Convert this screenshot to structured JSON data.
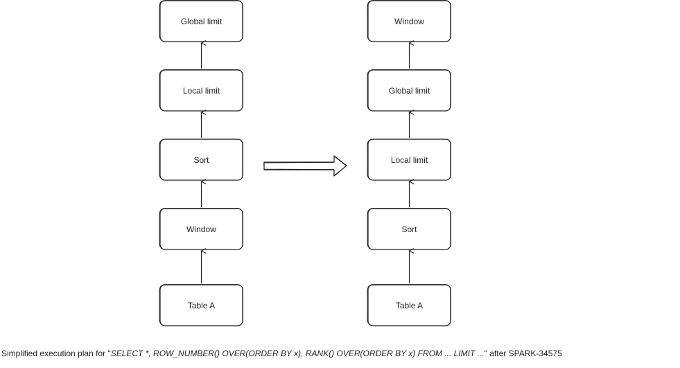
{
  "diagram": {
    "left_plan": {
      "nodes": [
        "Global limit",
        "Local limit",
        "Sort",
        "Window",
        "Table A"
      ]
    },
    "right_plan": {
      "nodes": [
        "Window",
        "Global limit",
        "Local limit",
        "Sort",
        "Table A"
      ]
    }
  },
  "caption": {
    "prefix": "Simplified execution plan for \"",
    "query": "SELECT *, ROW_NUMBER() OVER(ORDER BY x), RANK() OVER(ORDER BY x)  FROM ... LIMIT ...",
    "suffix": "\" after SPARK-34575"
  }
}
